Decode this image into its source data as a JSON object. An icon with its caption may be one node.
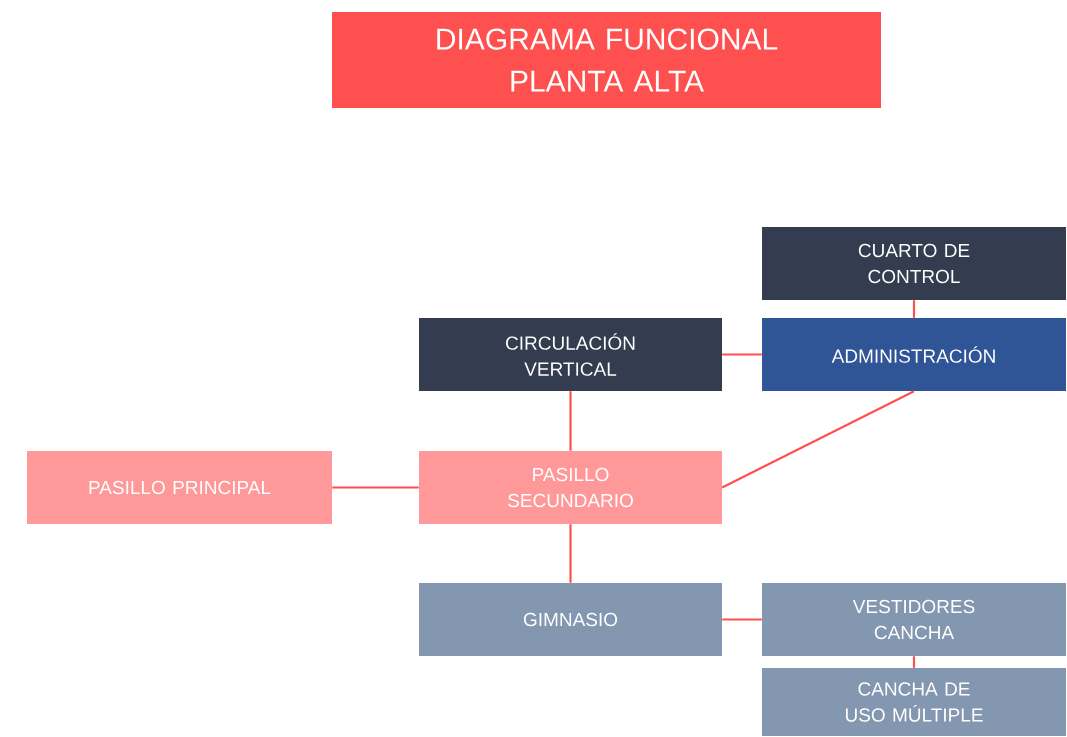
{
  "diagram": {
    "nodes": [
      {
        "text": [
          "DIAGRAMA FUNCIONAL PLANTA ALTA"
        ]
      },
      {
        "text": [
          "CUARTO DE CONTROL"
        ]
      },
      {
        "text": [
          "CIRCULACIÓN VERTICAL"
        ]
      },
      {
        "text": [
          "ADMINISTRACIÓN"
        ]
      },
      {
        "text": [
          "PASILLO PRINCIPAL"
        ]
      },
      {
        "text": [
          "PASILLO SECUNDARIO"
        ]
      },
      {
        "text": [
          "GIMNASIO"
        ]
      },
      {
        "text": [
          "VESTIDORES CANCHA"
        ]
      },
      {
        "text": [
          "CANCHA DE USO MÚLTIPLE"
        ]
      }
    ],
    "edges": [
      {
        "from": 1,
        "to": 3,
        "arrow": "none"
      },
      {
        "from": 2,
        "to": 3,
        "arrow": "none"
      },
      {
        "from": 2,
        "to": 5,
        "arrow": "none"
      },
      {
        "from": 4,
        "to": 5,
        "arrow": "none"
      },
      {
        "from": 5,
        "to": 3,
        "arrow": "none"
      },
      {
        "from": 5,
        "to": 6,
        "arrow": "none"
      },
      {
        "from": 6,
        "to": 7,
        "arrow": "none"
      },
      {
        "from": 7,
        "to": 8,
        "arrow": "none"
      }
    ]
  }
}
